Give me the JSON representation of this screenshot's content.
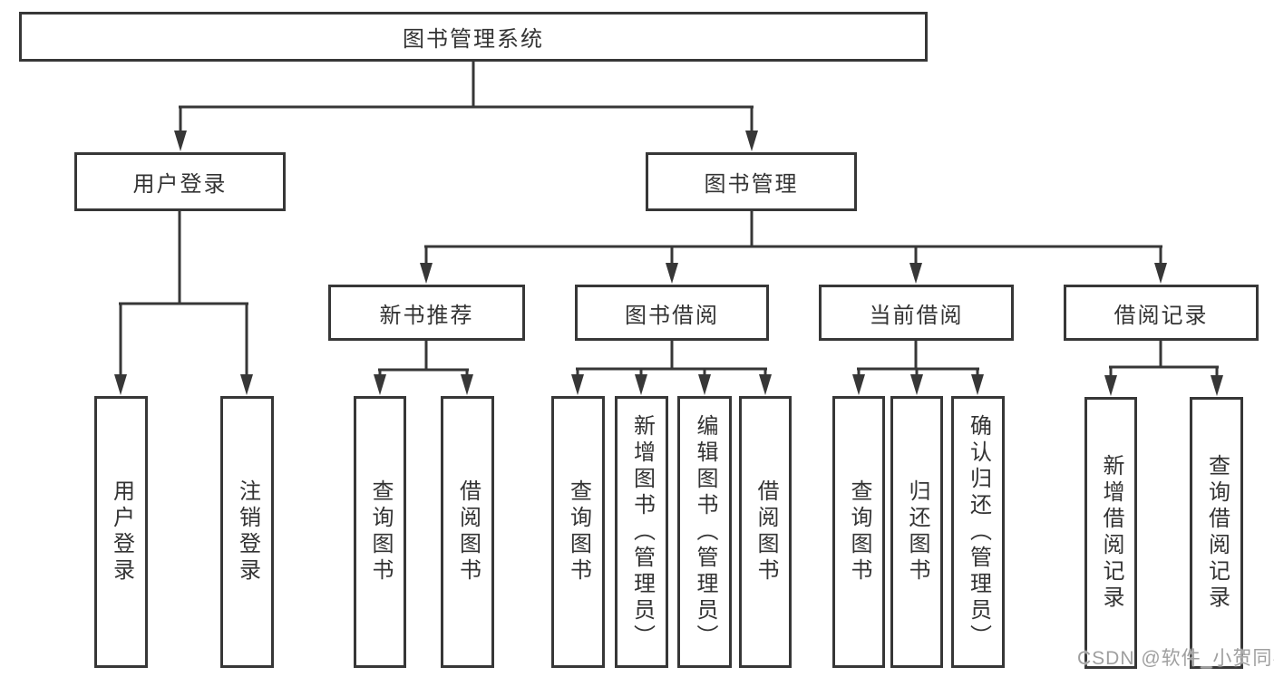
{
  "diagram_title": "图书管理系统",
  "nodes": {
    "root": {
      "label": "图书管理系统"
    },
    "user_login": {
      "label": "用户登录"
    },
    "book_mgmt": {
      "label": "图书管理"
    },
    "new_book_rec": {
      "label": "新书推荐"
    },
    "book_borrow": {
      "label": "图书借阅"
    },
    "current_borrow": {
      "label": "当前借阅"
    },
    "borrow_records": {
      "label": "借阅记录"
    },
    "leaf_user_login": {
      "label": "用户登录"
    },
    "leaf_logout": {
      "label": "注销登录"
    },
    "nbr_query_book": {
      "label": "查询图书"
    },
    "nbr_borrow_book": {
      "label": "借阅图书"
    },
    "bb_query_book": {
      "label": "查询图书"
    },
    "bb_add_book": {
      "label": "新增图书（管理员）"
    },
    "bb_edit_book": {
      "label": "编辑图书（管理员）"
    },
    "bb_borrow_book": {
      "label": "借阅图书"
    },
    "cb_query_book": {
      "label": "查询图书"
    },
    "cb_return_book": {
      "label": "归还图书"
    },
    "cb_confirm_return": {
      "label": "确认归还（管理员）"
    },
    "br_add_record": {
      "label": "新增借阅记录"
    },
    "br_query_record": {
      "label": "查询借阅记录"
    }
  },
  "hierarchy": {
    "图书管理系统": {
      "用户登录": [
        "用户登录",
        "注销登录"
      ],
      "图书管理": {
        "新书推荐": [
          "查询图书",
          "借阅图书"
        ],
        "图书借阅": [
          "查询图书",
          "新增图书（管理员）",
          "编辑图书（管理员）",
          "借阅图书"
        ],
        "当前借阅": [
          "查询图书",
          "归还图书",
          "确认归还（管理员）"
        ],
        "借阅记录": [
          "新增借阅记录",
          "查询借阅记录"
        ]
      }
    }
  },
  "watermark": {
    "text": "CSDN @软件_小贺同学",
    "color": "#9f9f9f"
  },
  "colors": {
    "line": "#373737",
    "text": "#333333",
    "background": "#ffffff"
  }
}
